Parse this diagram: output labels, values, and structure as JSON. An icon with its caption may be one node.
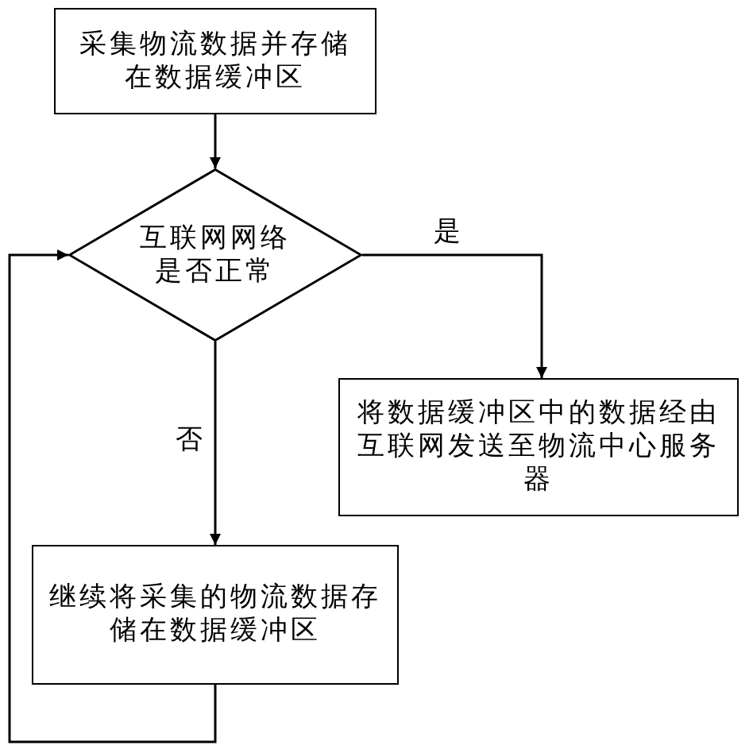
{
  "diagram": {
    "nodes": [
      {
        "text": [
          "采集物流数据并存储在数据缓冲区"
        ]
      },
      {
        "text": [
          "互联网网络是否正常"
        ]
      },
      {
        "text": [
          "将数据缓冲区中的数据经由互联网发送至物流中心服务器"
        ]
      },
      {
        "text": [
          "继续将采集的物流数据存储在数据缓冲区"
        ]
      }
    ],
    "edges": [
      {
        "from": 0,
        "to": 1,
        "arrow": "to"
      },
      {
        "from": 1,
        "to": 2,
        "arrow": "to",
        "label": "是"
      },
      {
        "from": 1,
        "to": 3,
        "arrow": "to",
        "label": "否"
      },
      {
        "from": 3,
        "to": 1,
        "arrow": "to"
      }
    ]
  }
}
